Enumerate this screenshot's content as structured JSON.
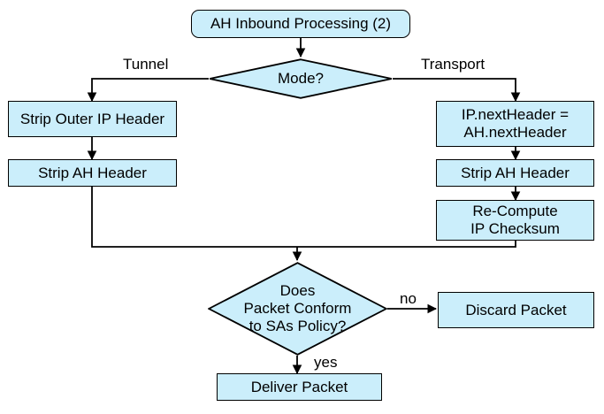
{
  "diagram": {
    "title": "AH Inbound Processing (2)",
    "nodes": {
      "start": {
        "label": "AH Inbound Processing (2)",
        "shape": "rounded-rect"
      },
      "mode_decision": {
        "label": "Mode?",
        "shape": "diamond"
      },
      "strip_outer_ip": {
        "label": "Strip Outer IP Header",
        "shape": "rect"
      },
      "strip_ah_tunnel": {
        "label": "Strip AH Header",
        "shape": "rect"
      },
      "ip_nextheader": {
        "label": "IP.nextHeader =\nAH.nextHeader",
        "shape": "rect"
      },
      "strip_ah_transport": {
        "label": "Strip AH Header",
        "shape": "rect"
      },
      "recompute_checksum": {
        "label": "Re-Compute\nIP Checksum",
        "shape": "rect"
      },
      "policy_decision": {
        "label": "Does\nPacket Conform\nto SAs Policy?",
        "shape": "diamond"
      },
      "discard_packet": {
        "label": "Discard Packet",
        "shape": "rect"
      },
      "deliver_packet": {
        "label": "Deliver Packet",
        "shape": "rect"
      }
    },
    "edge_labels": {
      "tunnel": "Tunnel",
      "transport": "Transport",
      "no": "no",
      "yes": "yes"
    },
    "colors": {
      "node_fill": "#cbeefb",
      "node_stroke": "#000000",
      "text": "#000000",
      "background": "#ffffff"
    }
  }
}
